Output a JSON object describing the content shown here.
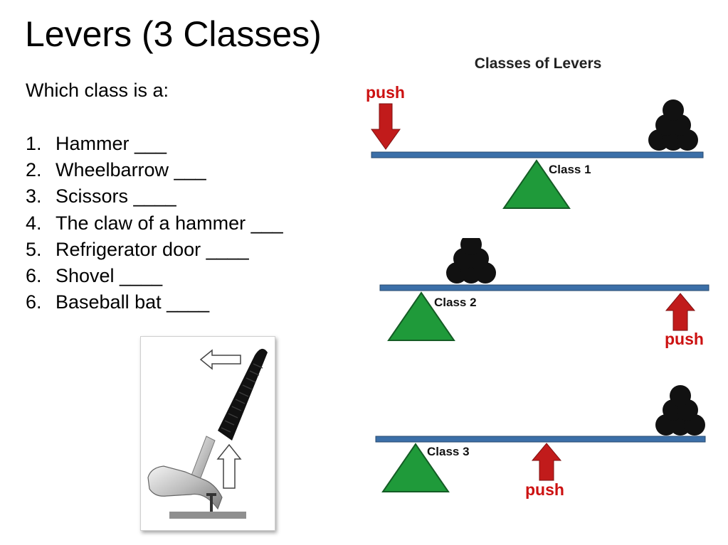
{
  "slide": {
    "title": "Levers (3 Classes)",
    "prompt": "Which class is a:",
    "questions": [
      {
        "num": "1.",
        "text": "Hammer  ___"
      },
      {
        "num": "2.",
        "text": "Wheelbarrow  ___"
      },
      {
        "num": "3.",
        "text": "Scissors ____"
      },
      {
        "num": "4.",
        "text": "The claw of a hammer  ___"
      },
      {
        "num": "5.",
        "text": "Refrigerator door ____"
      },
      {
        "num": "6.",
        "text": "Shovel ____"
      },
      {
        "num": "6.",
        "text": "Baseball bat ____"
      }
    ]
  },
  "diagram": {
    "title": "Classes of Levers",
    "push_label": "push",
    "levers": [
      {
        "class_label": "Class 1"
      },
      {
        "class_label": "Class 2"
      },
      {
        "class_label": "Class 3"
      }
    ]
  },
  "colors": {
    "fulcrum": "#1f9a3a",
    "beam": "#3b6fa8",
    "push_arrow": "#c11b1b",
    "push_text": "#cc1111",
    "load": "#111111"
  }
}
